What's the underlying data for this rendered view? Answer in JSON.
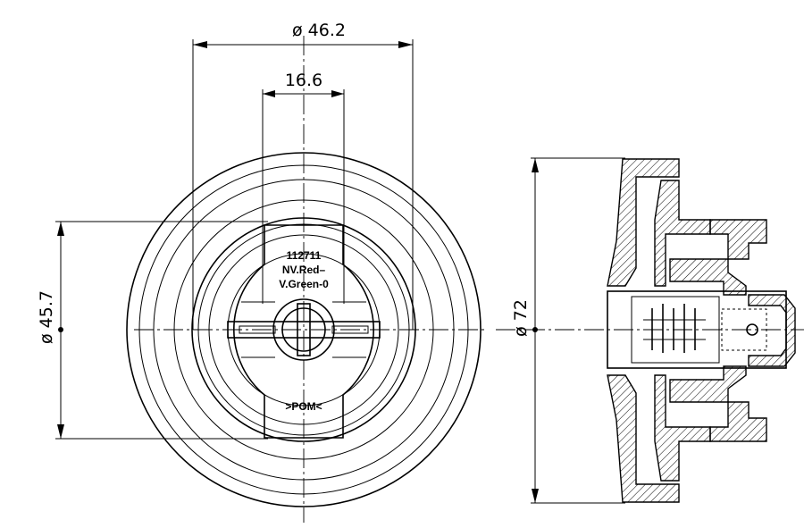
{
  "dimensions": {
    "outer_width": "ø 46.2",
    "slot_width": "16.6",
    "inner_height": "ø 45.7",
    "overall_height": "ø 72"
  },
  "markings": {
    "line1": "112711",
    "line2": "NV.Red–",
    "line3": "V.Green-0",
    "material": ">POM<"
  }
}
